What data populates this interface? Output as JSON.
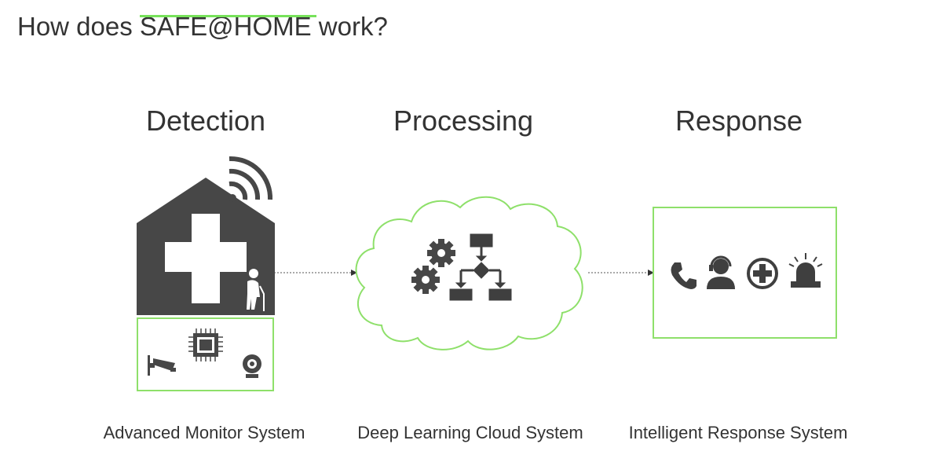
{
  "title": {
    "prefix": "How does ",
    "brand": "SAFE@HOME",
    "suffix": " work?"
  },
  "stages": {
    "detection": {
      "heading": "Detection",
      "caption": "Advanced Monitor System"
    },
    "processing": {
      "heading": "Processing",
      "caption": "Deep Learning Cloud System"
    },
    "response": {
      "heading": "Response",
      "caption": "Intelligent Response System"
    }
  },
  "colors": {
    "accent": "#77e25a",
    "icon": "#3f3f3f",
    "connector": "#555555"
  },
  "icons": {
    "detection": [
      "house-icon",
      "medical-cross-icon",
      "wifi-signal-icon",
      "elderly-person-icon",
      "security-camera-icon",
      "chip-icon",
      "webcam-icon"
    ],
    "processing": [
      "cloud-icon",
      "gears-icon",
      "flowchart-icon"
    ],
    "response": [
      "phone-icon",
      "operator-headset-icon",
      "medical-plus-icon",
      "alarm-siren-icon"
    ]
  }
}
